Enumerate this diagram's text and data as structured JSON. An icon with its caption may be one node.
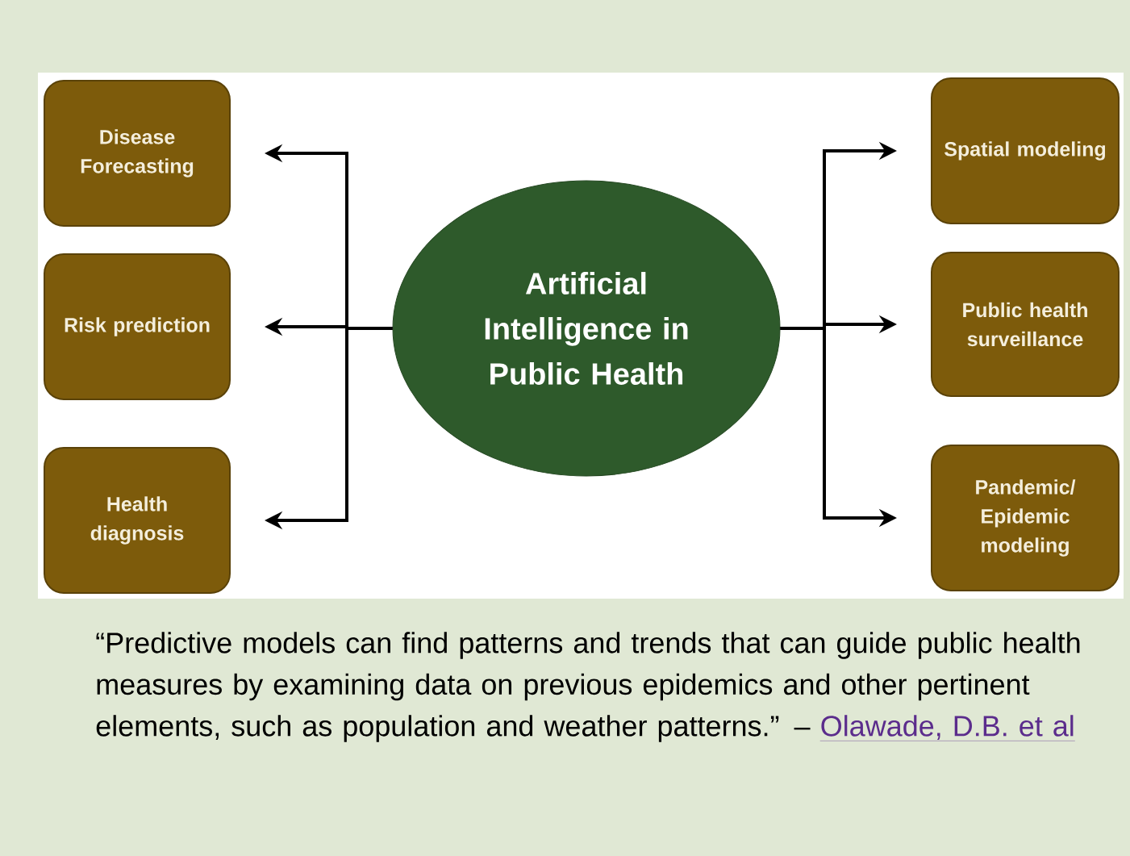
{
  "diagram": {
    "caption": "“Predictive models can find patterns and trends that can guide public health measures by examining data on previous epidemics and other pertinent elements, such as population and weather patterns.” –",
    "nodes": [
      {
        "text": [
          "Disease Forecasting"
        ]
      },
      {
        "text": [
          "Risk prediction"
        ]
      },
      {
        "text": [
          "Health diagnosis"
        ]
      },
      {
        "text": [
          "Artificial Intelligence in Public Health"
        ]
      },
      {
        "text": [
          "Spatial modeling"
        ]
      },
      {
        "text": [
          "Public health surveillance"
        ]
      },
      {
        "text": [
          "Pandemic/ Epidemic modeling"
        ]
      }
    ],
    "edges": [
      {
        "from": 3,
        "to": 0,
        "arrow": "to"
      },
      {
        "from": 3,
        "to": 1,
        "arrow": "to"
      },
      {
        "from": 3,
        "to": 2,
        "arrow": "to"
      },
      {
        "from": 3,
        "to": 4,
        "arrow": "to"
      },
      {
        "from": 3,
        "to": 5,
        "arrow": "to"
      },
      {
        "from": 3,
        "to": 6,
        "arrow": "to"
      }
    ],
    "labels": [
      "Olawade, D.B. et al"
    ]
  }
}
